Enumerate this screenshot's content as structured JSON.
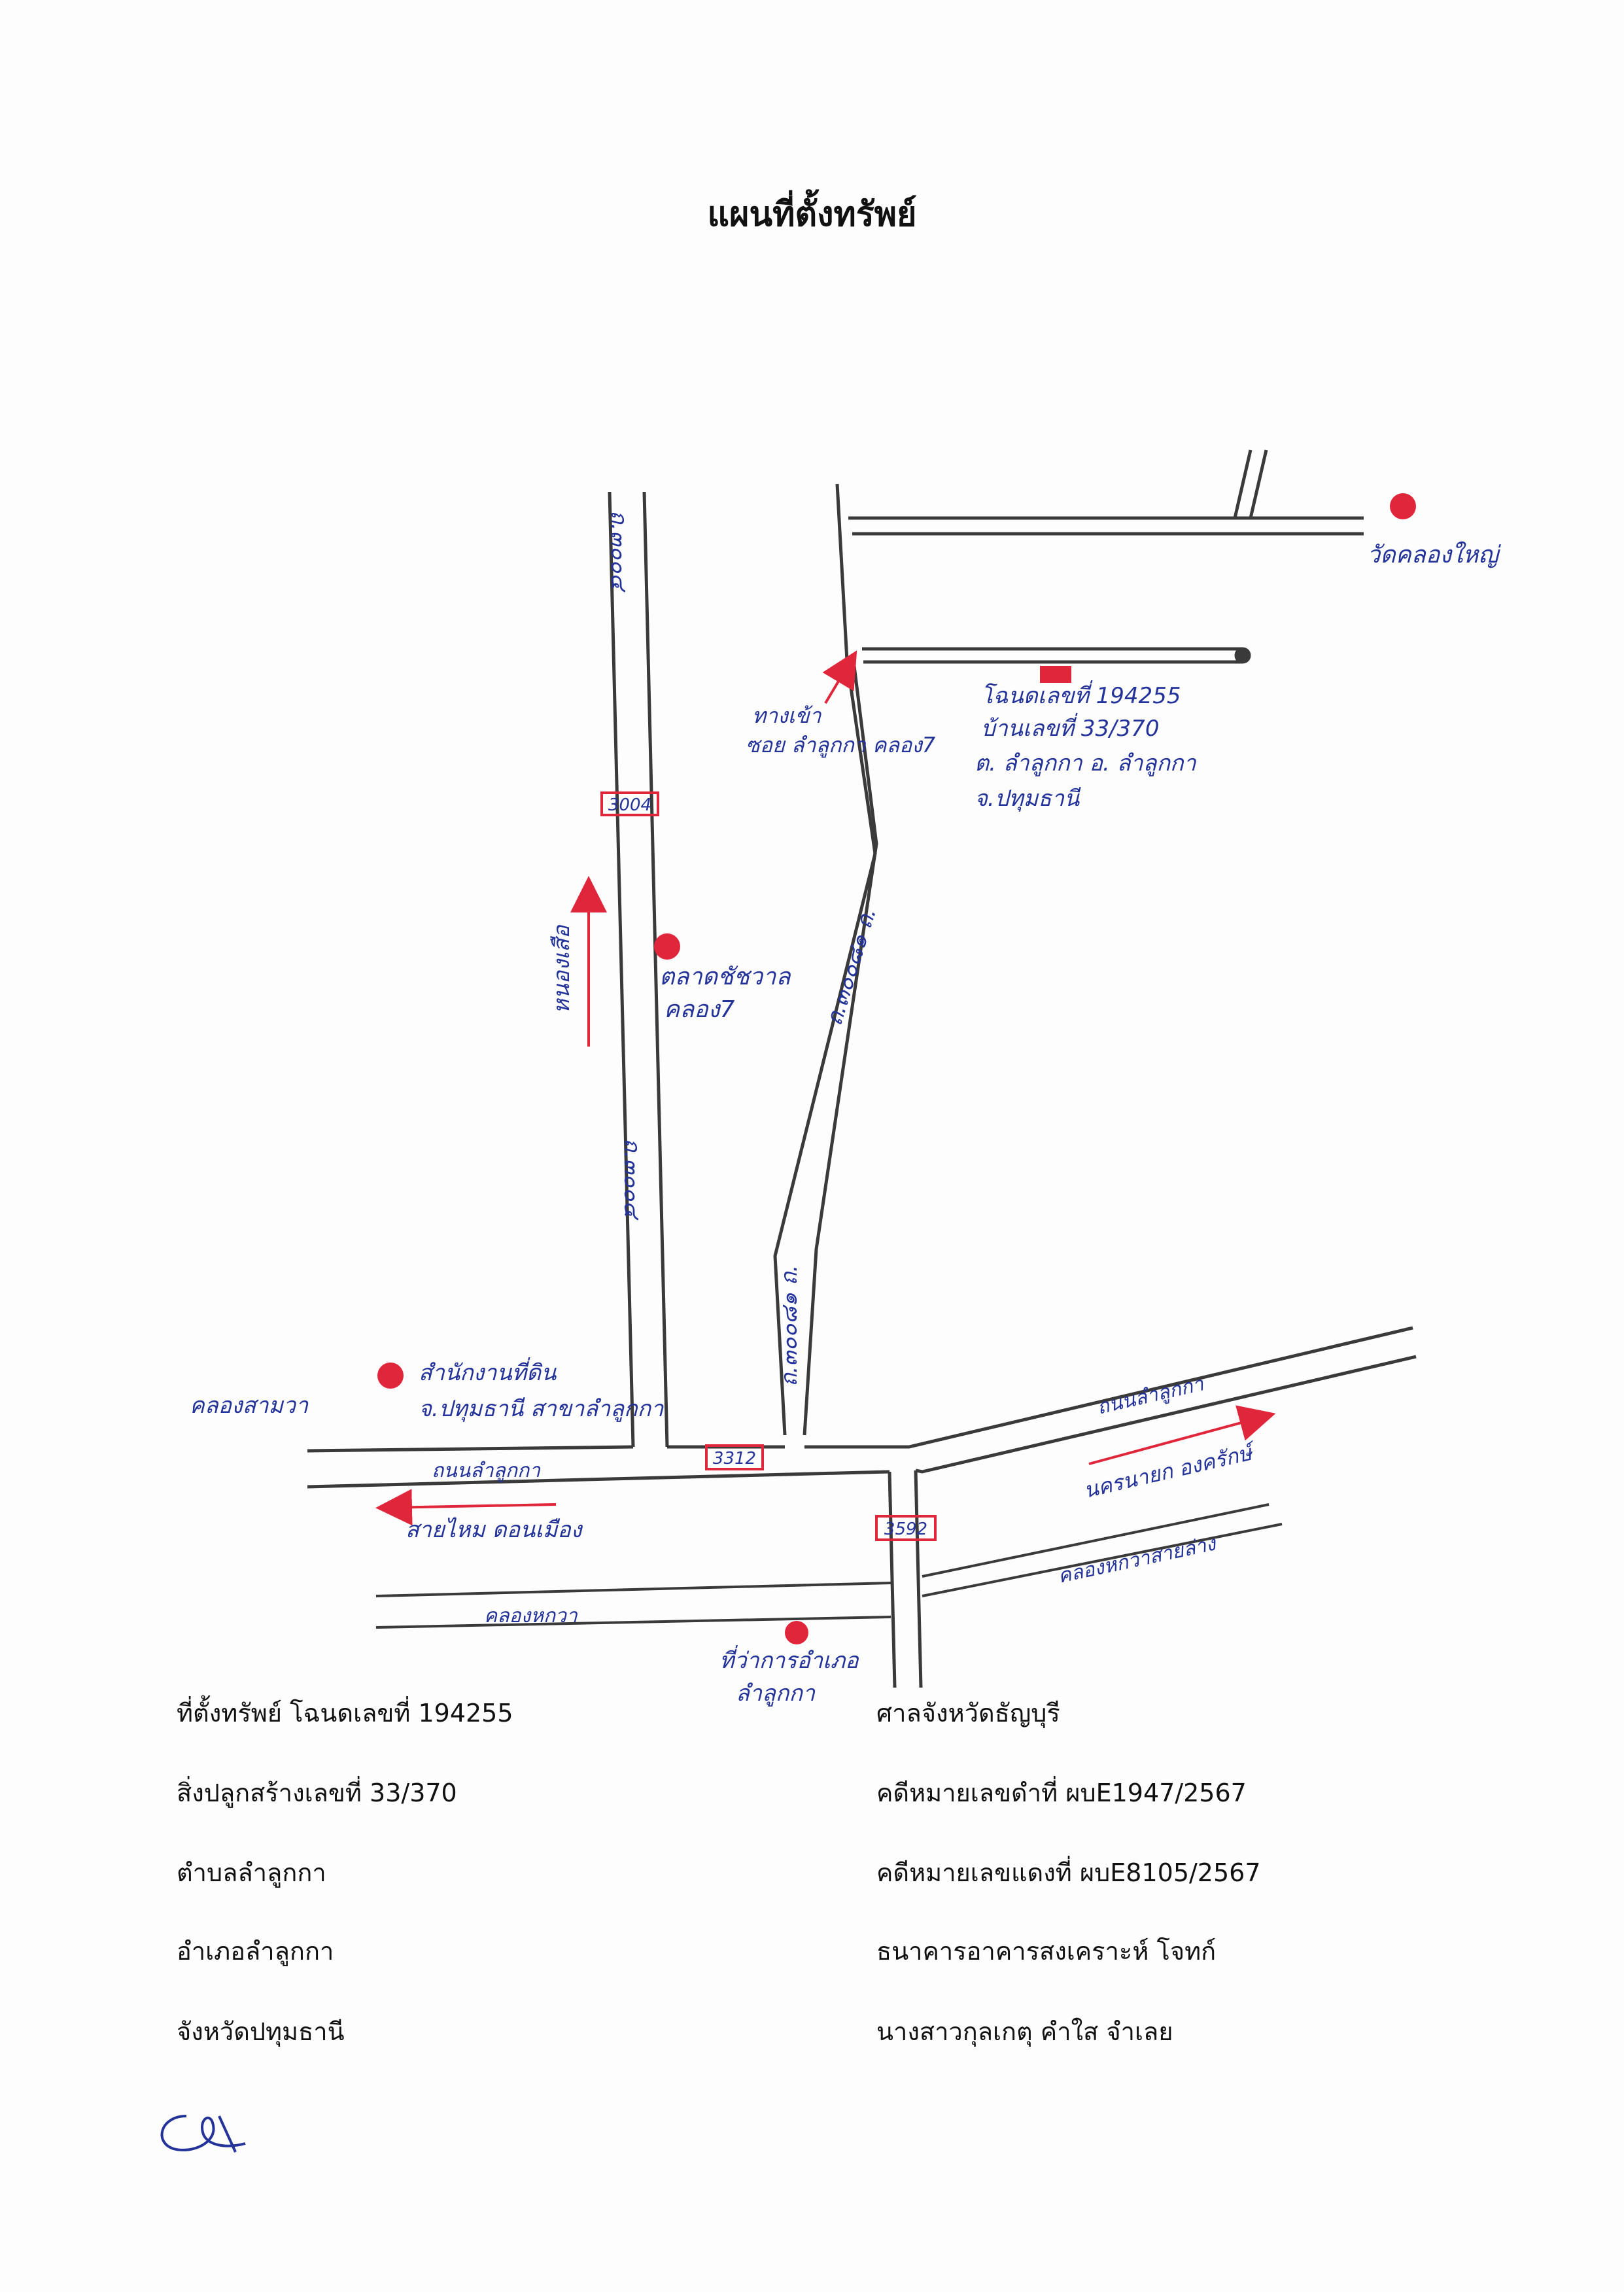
{
  "title": "แผนที่ตั้งทรัพย์",
  "map": {
    "route_labels": {
      "left_road_top": "ถ.๓๐๐๔",
      "left_road_mid": "ถ.๓๐๐๔",
      "mid_road_upper": "ถ.๓๐๐๘๑ ถ.",
      "mid_road_lower": "ถ.๓๐๐๘๑ ถ.",
      "road_3004_box": "3004",
      "road_3312_box": "3312",
      "road_3592_box": "3592"
    },
    "labels": {
      "wat": "วัดคลองใหญ่",
      "property_deed": "โฉนดเลขที่ 194255",
      "property_house": "บ้านเลขที่ 33/370",
      "property_subdistrict": "ต. ลำลูกกา อ. ลำลูกกา",
      "property_province": "จ.ปทุมธานี",
      "entrance_1": "ทางเข้า",
      "entrance_2": "ซอย ลำลูกกา คลอง7",
      "market_1": "ตลาดชัชวาล",
      "market_2": "คลอง7",
      "north_arrow_text": "หนองเสือ",
      "office_1": "สำนักงานที่ดิน",
      "office_2": "จ.ปทุมธานี สาขาลำลูกกา",
      "west_label": "คลองสามวา",
      "road_main_west": "ถนนลำลูกกา",
      "road_main_east": "ถนนลำลูกกา",
      "west_arrow_text": "สายไหม ดอนเมือง",
      "east_arrow_text": "นครนายก องครักษ์",
      "canal_west": "คลองหกวา",
      "canal_east": "คลองหกวาสายล่าง",
      "district_office_1": "ที่ว่าการอำเภอ",
      "district_office_2": "ลำลูกกา"
    },
    "colors": {
      "road_line": "#3a3a3a",
      "handwriting": "#23339a",
      "marker": "#e0263a",
      "box_outline": "#e0263a"
    }
  },
  "info_left": {
    "line1": "ที่ตั้งทรัพย์ โฉนดเลขที่ 194255",
    "line2": "สิ่งปลูกสร้างเลขที่ 33/370",
    "line3": "ตำบลลำลูกกา",
    "line4": "อำเภอลำลูกกา",
    "line5": "จังหวัดปทุมธานี"
  },
  "info_right": {
    "line1": "ศาลจังหวัดธัญบุรี",
    "line2": "คดีหมายเลขดำที่ ผบE1947/2567",
    "line3": "คดีหมายเลขแดงที่ ผบE8105/2567",
    "line4": "ธนาคารอาคารสงเคราะห์ โจทก์",
    "line5": "นางสาวกุลเกตุ คำใส จำเลย"
  }
}
